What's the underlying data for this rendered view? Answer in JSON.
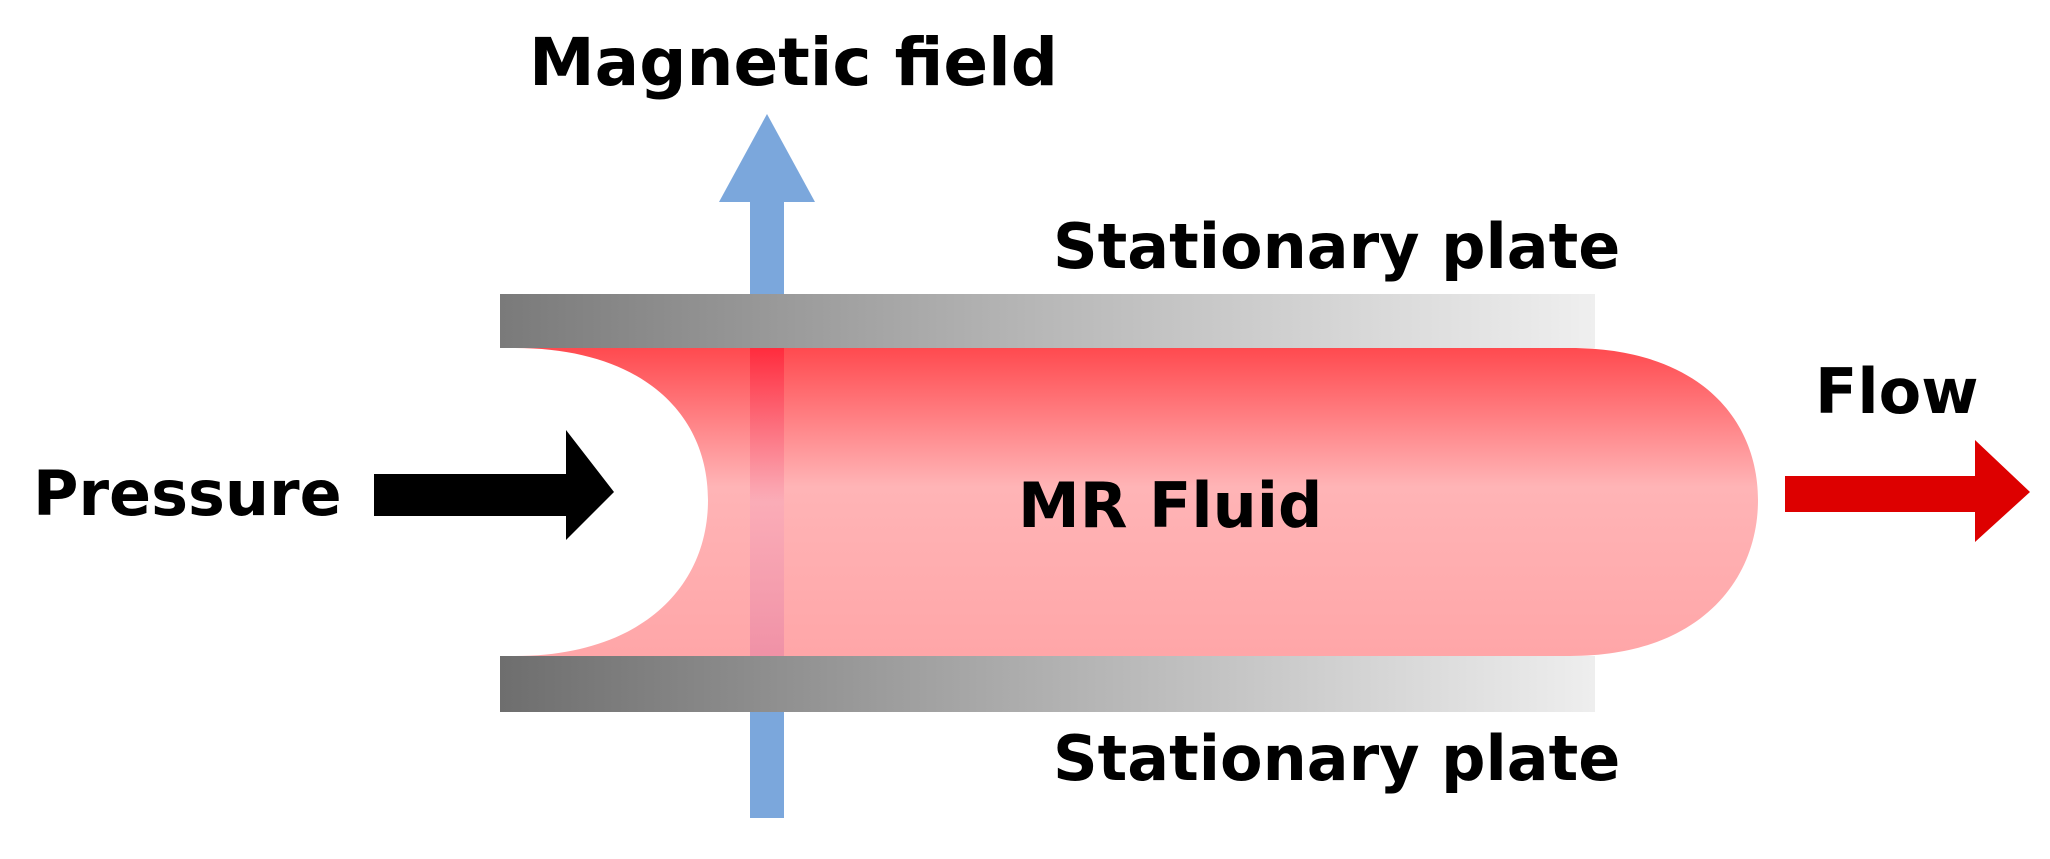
{
  "labels": {
    "magnetic_field": "Magnetic field",
    "top_plate": "Stationary plate",
    "bottom_plate": "Stationary plate",
    "pressure": "Pressure",
    "fluid": "MR Fluid",
    "flow": "Flow"
  },
  "colors": {
    "magnetic_arrow": "#7ba7dc",
    "pressure_arrow": "#000000",
    "flow_arrow": "#dd0000",
    "fluid_top": "#ff4a4f",
    "fluid_mid": "#ffb4b6",
    "fluid_bottom": "#ffa6a8",
    "plate_dark": "#7a7a7a",
    "plate_light": "#efefef"
  },
  "icons": {
    "magnetic_arrow": "arrow-up-icon",
    "pressure_arrow": "arrow-right-icon",
    "flow_arrow": "arrow-right-icon"
  }
}
